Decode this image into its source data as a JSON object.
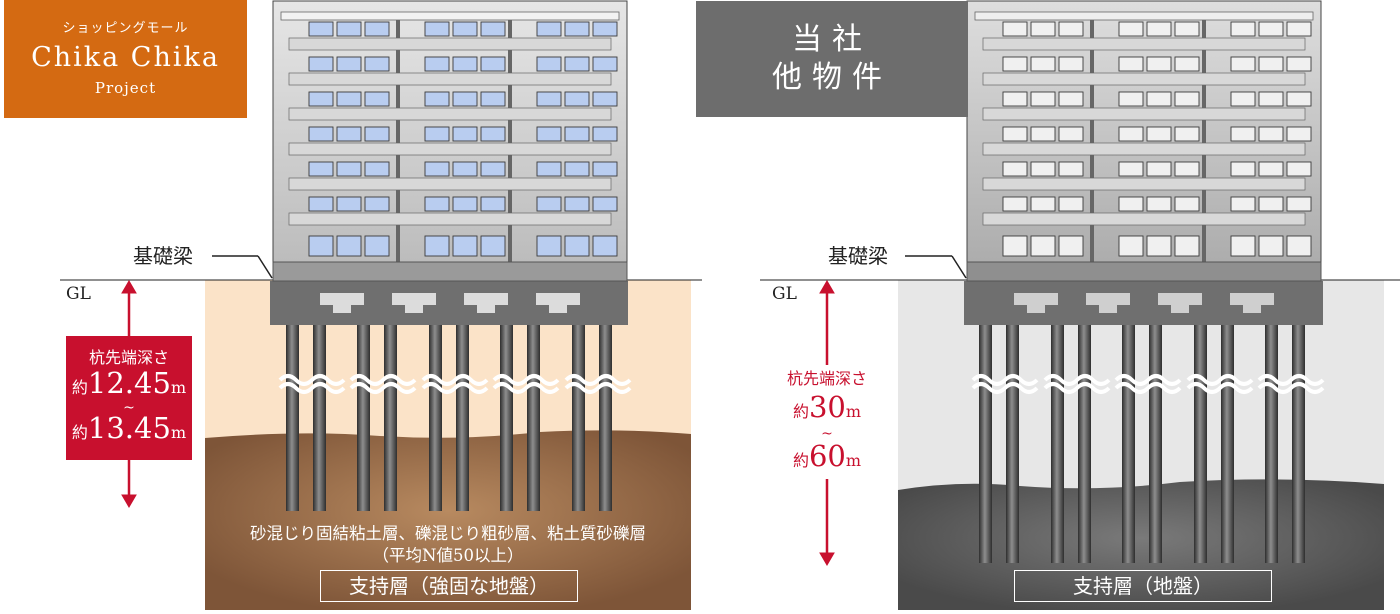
{
  "brand_label": {
    "subtitle": "ショッピングモール",
    "title": "Chika Chika",
    "project": "Project"
  },
  "comparison_label": {
    "line1": "当社",
    "line2": "他物件"
  },
  "left_panel": {
    "foundation_beam_label": "基礎梁",
    "ground_level_label": "GL",
    "pile_depth": {
      "heading": "杭先端深さ",
      "prefix_top": "約",
      "value_top": "12.45",
      "unit": "m",
      "tilde": "~",
      "prefix_bottom": "約",
      "value_bottom": "13.45"
    },
    "strata_description": "砂混じり固結粘土層、礫混じり粗砂層、粘土質砂礫層",
    "n_value_note": "（平均N値50以上）",
    "bearing_layer_label": "支持層（強固な地盤）"
  },
  "right_panel": {
    "foundation_beam_label": "基礎梁",
    "ground_level_label": "GL",
    "pile_depth": {
      "heading": "杭先端深さ",
      "prefix_top": "約",
      "value_top": "30",
      "unit": "m",
      "tilde": "~",
      "prefix_bottom": "約",
      "value_bottom": "60"
    },
    "bearing_layer_label": "支持層（地盤）"
  },
  "colors": {
    "brand_orange": "#d46a12",
    "comparison_gray": "#6d6d6d",
    "depth_red": "#c8102e",
    "left_soil_light": "#fbe3c8",
    "left_soil_dark": "#7e5538",
    "right_soil_light": "#e7e7e7",
    "right_soil_dark": "#4a4a4a",
    "window_blue": "#b9cdf0"
  }
}
